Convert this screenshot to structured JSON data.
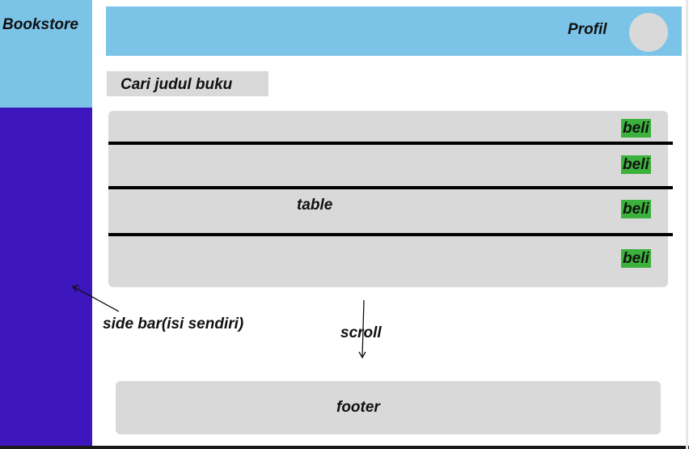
{
  "brand": {
    "title": "Bookstore"
  },
  "header": {
    "profile_label": "Profil"
  },
  "search": {
    "placeholder": "Cari judul buku"
  },
  "table": {
    "label": "table",
    "rows": [
      {
        "action_label": "beli"
      },
      {
        "action_label": "beli"
      },
      {
        "action_label": "beli"
      },
      {
        "action_label": "beli"
      }
    ]
  },
  "annotations": {
    "sidebar": "side bar(isi sendiri)",
    "scroll": "scroll"
  },
  "footer": {
    "label": "footer"
  },
  "colors": {
    "header_bg": "#7bc4e8",
    "sidebar_bg": "#3d17bd",
    "panel_bg": "#d9d9d9",
    "button_bg": "#3cb23c"
  }
}
